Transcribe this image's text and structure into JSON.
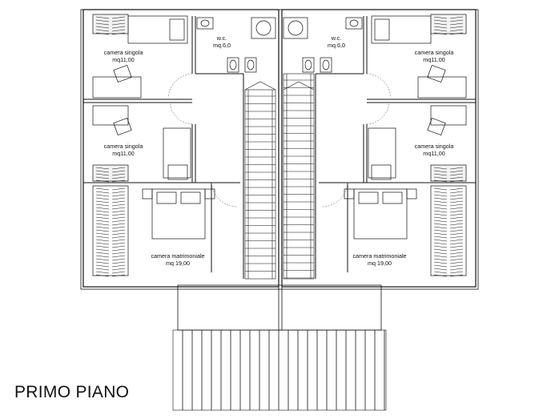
{
  "drawing": {
    "title": "PRIMO PIANO"
  },
  "rooms": {
    "left_wc": {
      "name": "w.c.",
      "area": "mq.6,0"
    },
    "right_wc": {
      "name": "w.c.",
      "area": "mq.6,0"
    },
    "left_single_top": {
      "name": "camera singola",
      "area": "mq11,00"
    },
    "left_single_bottom": {
      "name": "camera singola",
      "area": "mq11,00"
    },
    "right_single_top": {
      "name": "camera singola",
      "area": "mq11,00"
    },
    "right_single_bottom": {
      "name": "camera singola",
      "area": "mq11,00"
    },
    "left_master": {
      "name": "camera matrimoniale",
      "area": "mq 19,00"
    },
    "right_master": {
      "name": "camera matrimoniale",
      "area": "mq 19,00"
    }
  }
}
